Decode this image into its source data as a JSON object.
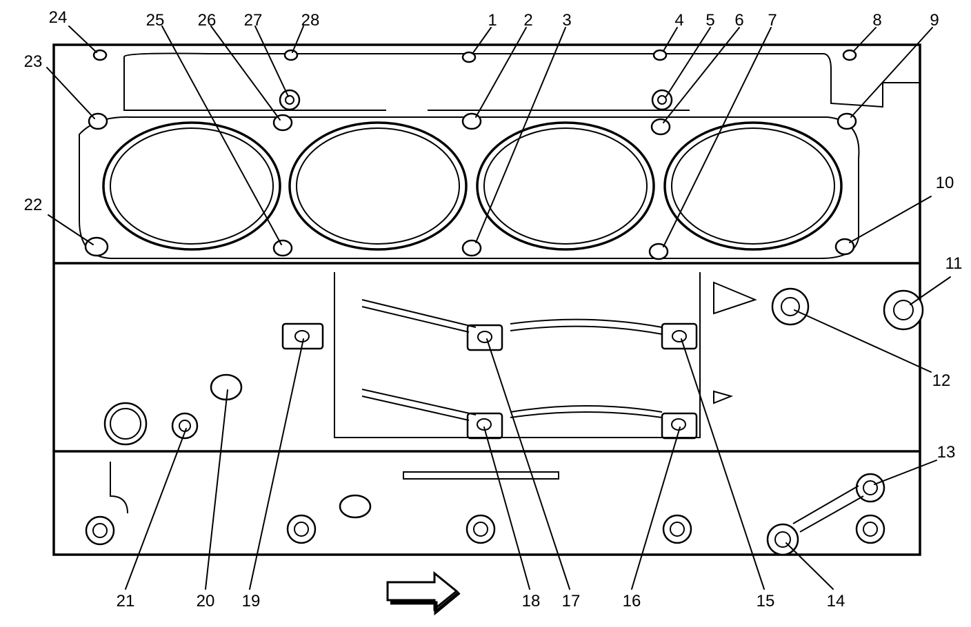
{
  "figure": {
    "callouts": [
      "1",
      "2",
      "3",
      "4",
      "5",
      "6",
      "7",
      "8",
      "9",
      "10",
      "11",
      "12",
      "13",
      "14",
      "15",
      "16",
      "17",
      "18",
      "19",
      "20",
      "21",
      "22",
      "23",
      "24",
      "25",
      "26",
      "27",
      "28"
    ],
    "arrow_icon": "right-arrow-icon"
  }
}
